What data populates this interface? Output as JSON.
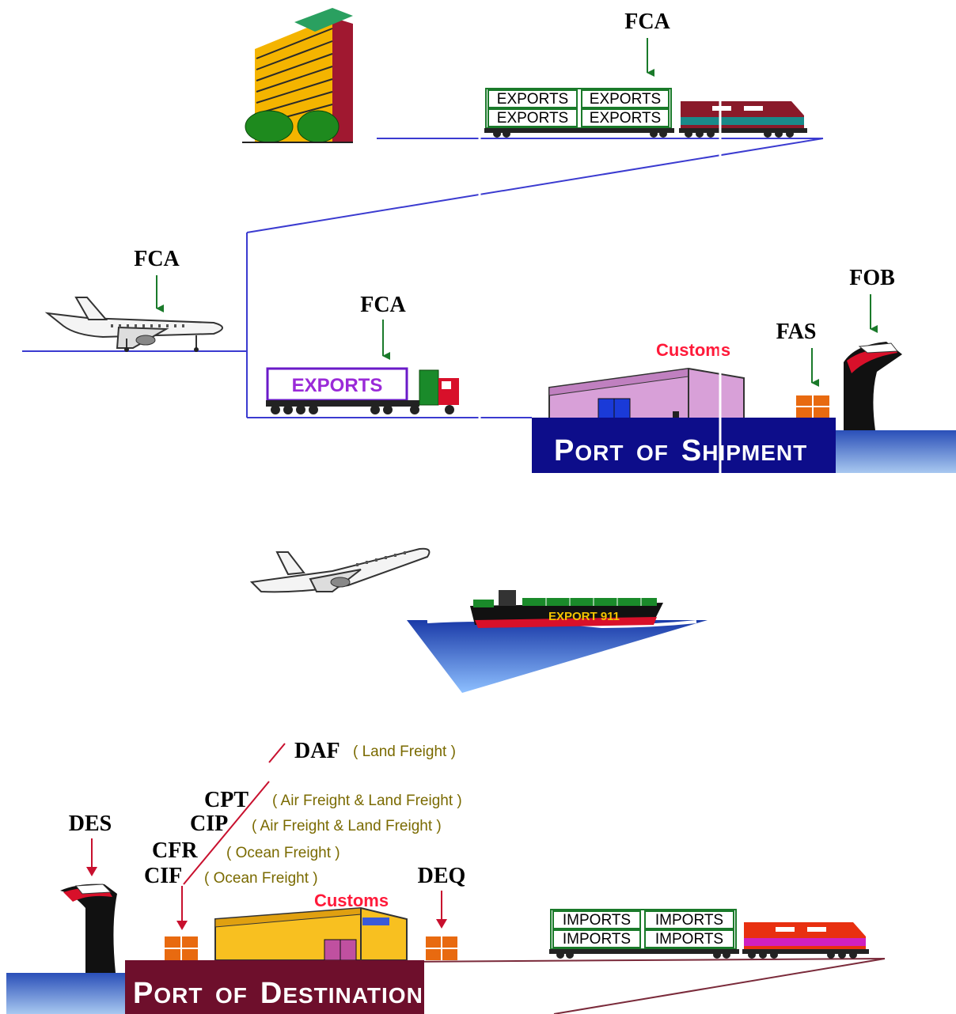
{
  "incoterms": {
    "fca_rail": "FCA",
    "fca_air": "FCA",
    "fca_truck": "FCA",
    "fas": "FAS",
    "fob": "FOB",
    "daf": "DAF",
    "cpt": "CPT",
    "cip": "CIP",
    "cfr": "CFR",
    "cif": "CIF",
    "des": "DES",
    "deq": "DEQ"
  },
  "notes": {
    "daf": "( Land Freight )",
    "cpt": "( Air Freight & Land Freight )",
    "cip": "( Air Freight & Land Freight )",
    "cfr": "( Ocean Freight )",
    "cif": "( Ocean Freight )"
  },
  "labels": {
    "customs_shipment": "Customs",
    "customs_destination": "Customs",
    "truck_cargo": "EXPORTS",
    "ship_cargo": "EXPORT 911",
    "export_crate": "EXPORTS",
    "import_crate": "IMPORTS"
  },
  "ports": {
    "shipment": {
      "p1": "P",
      "w1": "ORT",
      "p2": "OF",
      "p3": "S",
      "w3": "HIPMENT"
    },
    "destination": {
      "p1": "P",
      "w1": "ORT",
      "p2": "OF",
      "p3": "D",
      "w3": "ESTINATION"
    }
  },
  "colors": {
    "arrow_green": "#1a7a2a",
    "arrow_red": "#c8102e",
    "route_blue": "#3b3bd0",
    "route_maroon": "#7a2a3a",
    "port_shipment": "#0d0d8a",
    "port_destination": "#6e0f2c",
    "customs_text": "#ff1a3a",
    "note_text": "#7a6a00"
  }
}
